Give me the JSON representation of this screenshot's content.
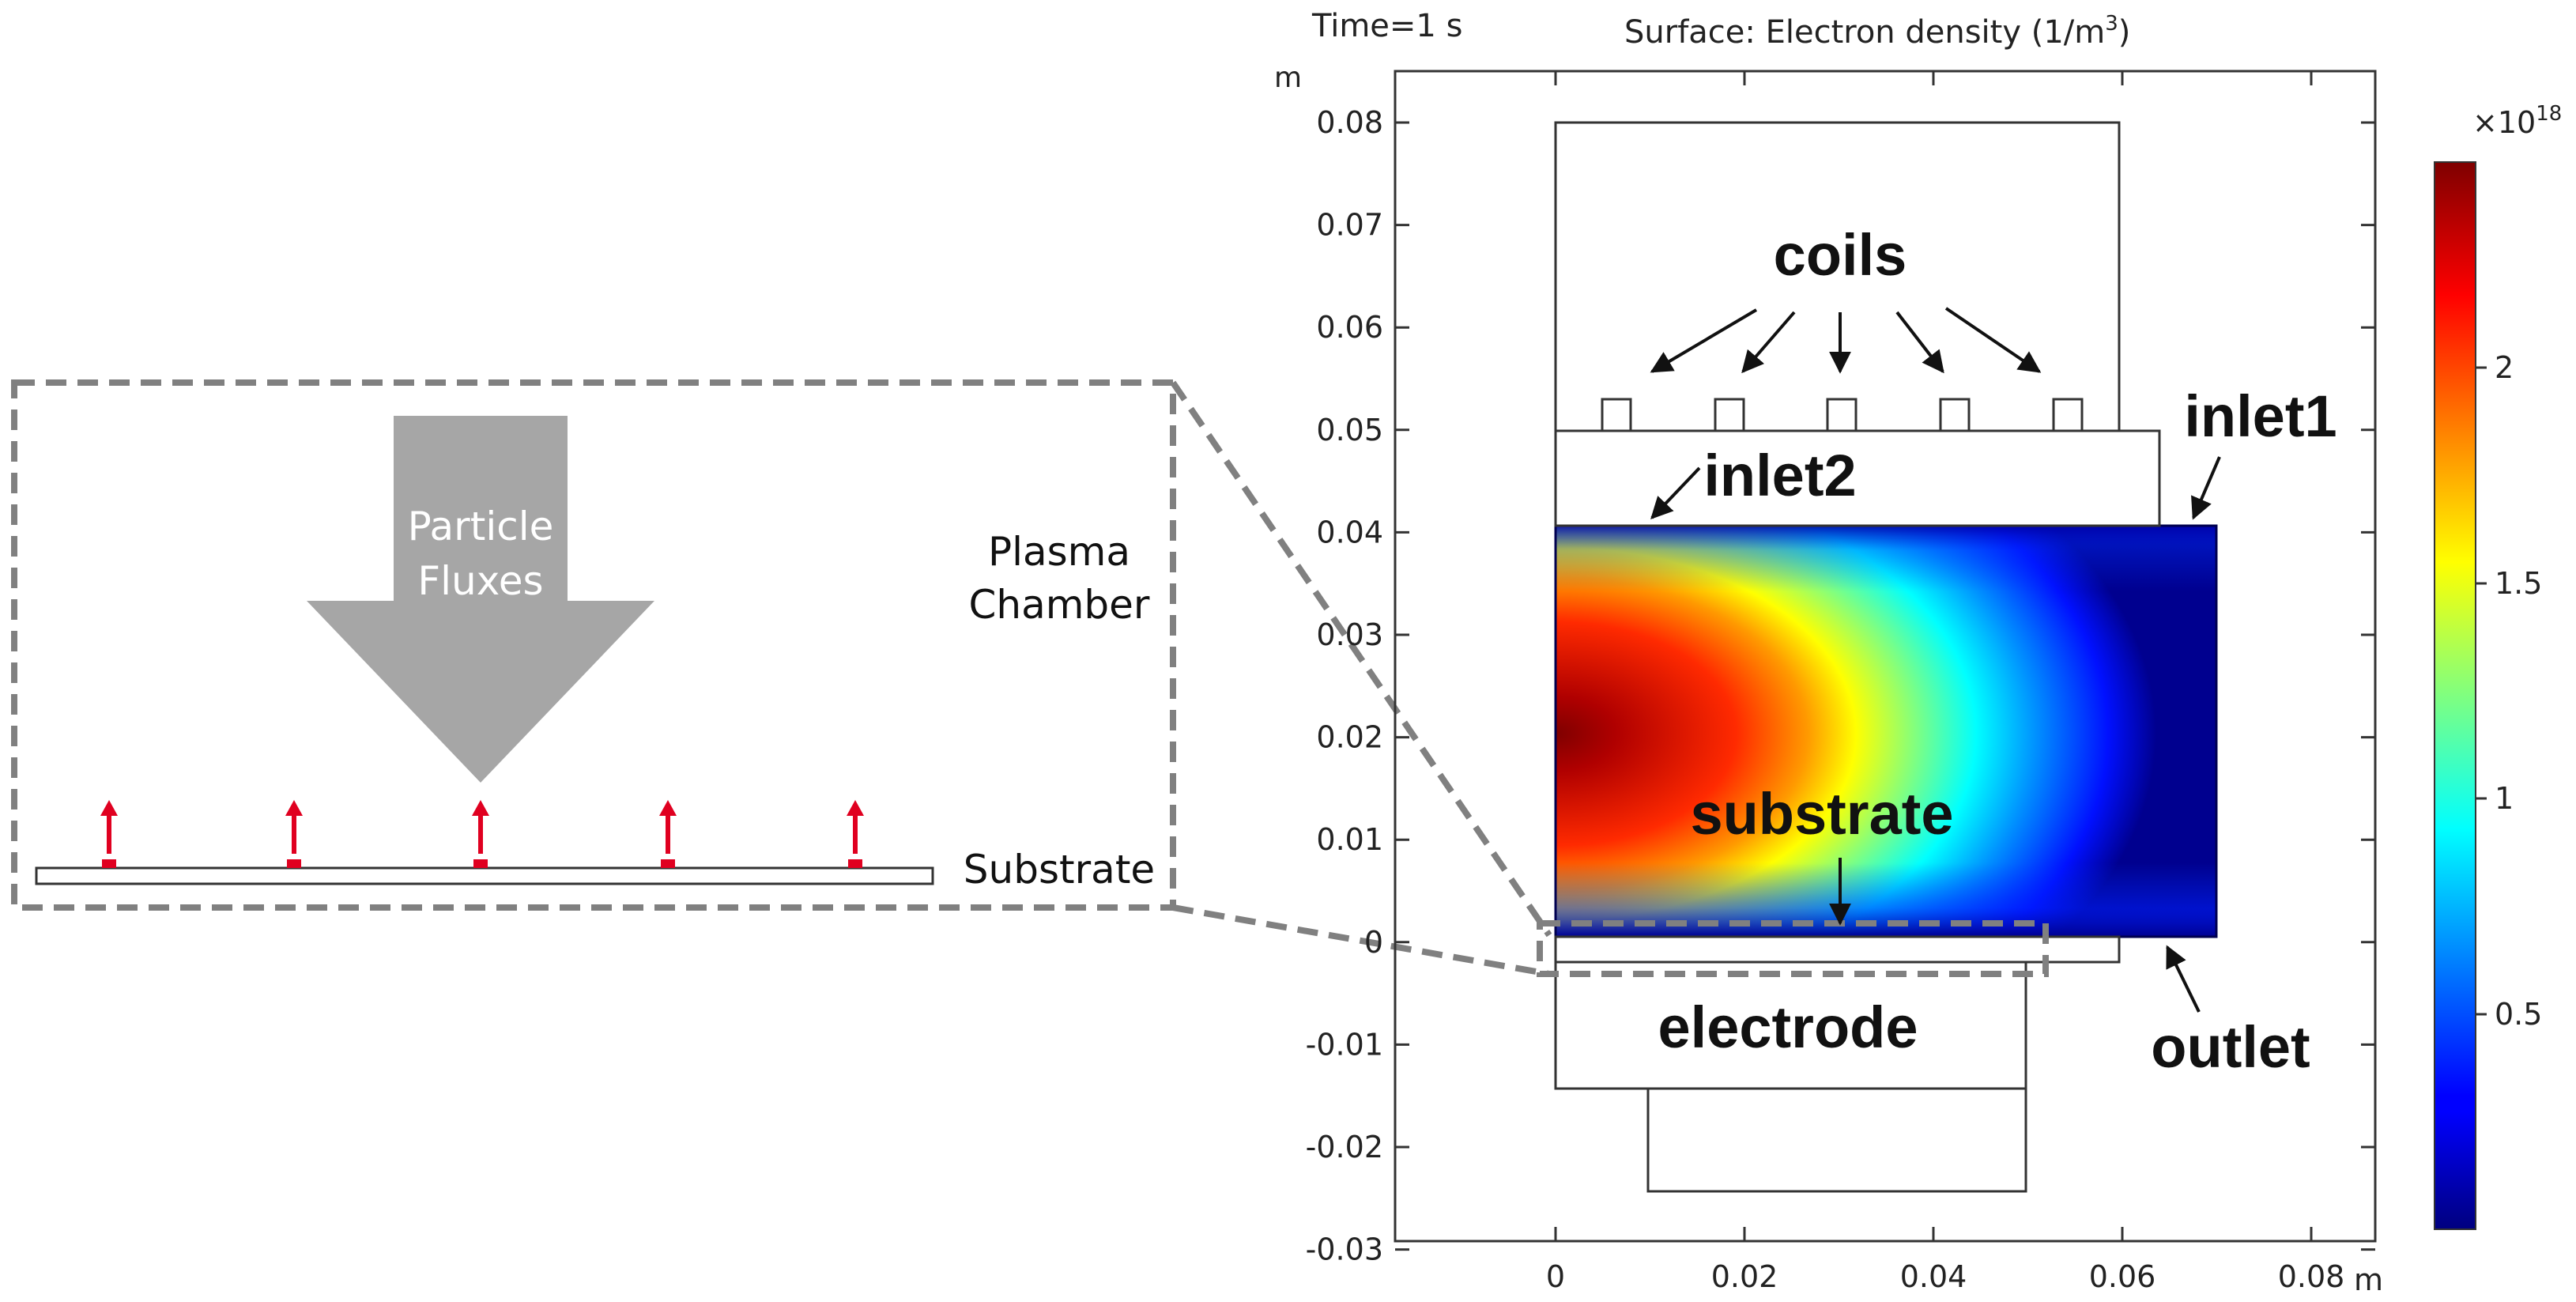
{
  "header": {
    "time_label": "Time=1 s",
    "surface_title": "Surface: Electron density (1/m",
    "surface_title_sup": "3",
    "surface_title_tail": ")"
  },
  "axes": {
    "y_unit": "m",
    "x_unit": "m",
    "y_ticks": [
      "0.08",
      "0.07",
      "0.06",
      "0.05",
      "0.04",
      "0.03",
      "0.02",
      "0.01",
      "0",
      "-0.01",
      "-0.02",
      "-0.03"
    ],
    "x_ticks": [
      "0",
      "0.02",
      "0.04",
      "0.06",
      "0.08"
    ]
  },
  "colorbar": {
    "multiplier": "×10",
    "multiplier_exp": "18",
    "ticks": [
      "2",
      "1.5",
      "1",
      "0.5"
    ],
    "colormap": "jet"
  },
  "labels": {
    "coils": "coils",
    "inlet1": "inlet1",
    "inlet2": "inlet2",
    "substrate": "substrate",
    "outlet": "outlet",
    "electrode": "electrode"
  },
  "inset": {
    "flux_line1": "Particle",
    "flux_line2": "Fluxes",
    "plasma_line1": "Plasma",
    "plasma_line2": "Chamber",
    "substrate": "Substrate"
  },
  "colors": {
    "frame": "#333333",
    "dashed": "#808080",
    "arrow_gray": "#a6a6a6",
    "flux_red": "#e00020"
  }
}
